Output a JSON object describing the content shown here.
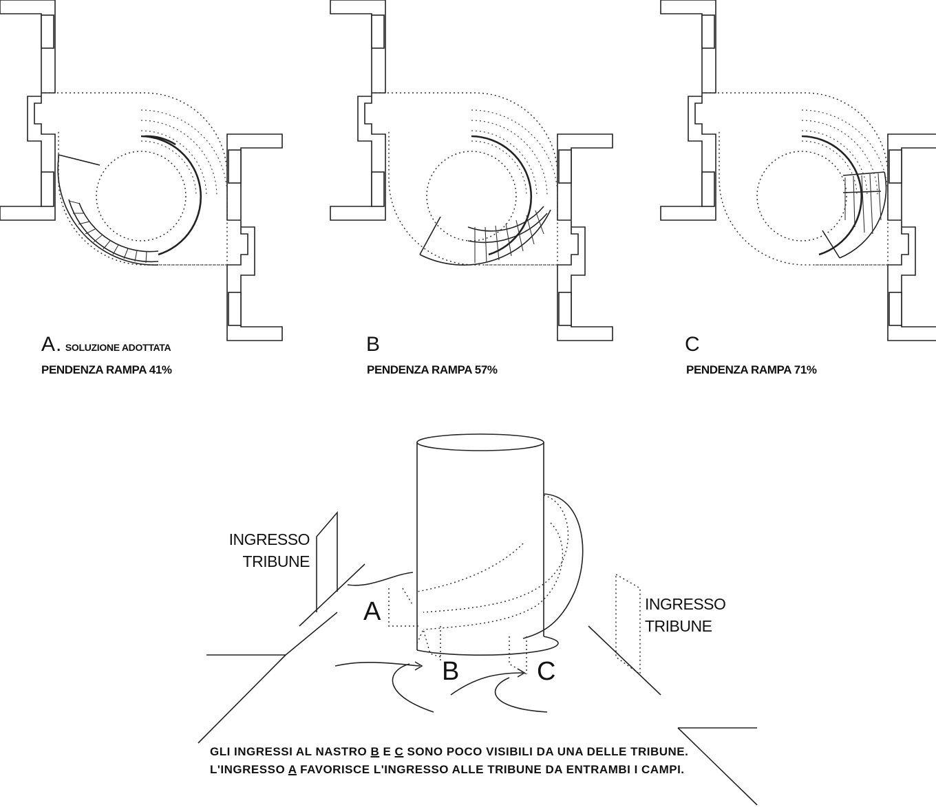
{
  "plans": [
    {
      "letter": "A.",
      "subtitle": "SOLUZIONE ADOTTATA",
      "slope": "PENDENZA RAMPA 41%"
    },
    {
      "letter": "B",
      "subtitle": "",
      "slope": "PENDENZA RAMPA 57%"
    },
    {
      "letter": "C",
      "subtitle": "",
      "slope": "PENDENZA RAMPA 71%"
    }
  ],
  "iso": {
    "entrance_left": {
      "line1": "INGRESSO",
      "line2": "TRIBUNE"
    },
    "entrance_right": {
      "line1": "INGRESSO",
      "line2": "TRIBUNE"
    },
    "label_a": "A",
    "label_b": "B",
    "label_c": "C"
  },
  "note": {
    "line1_a": "GLI INGRESSI AL NASTRO ",
    "line1_b": "B",
    "line1_c": " E ",
    "line1_d": "C",
    "line1_e": " SONO POCO VISIBILI DA UNA DELLE TRIBUNE.",
    "line2_a": "L'INGRESSO ",
    "line2_b": "A",
    "line2_c": "  FAVORISCE L'INGRESSO ALLE TRIBUNE DA ENTRAMBI I CAMPI."
  }
}
